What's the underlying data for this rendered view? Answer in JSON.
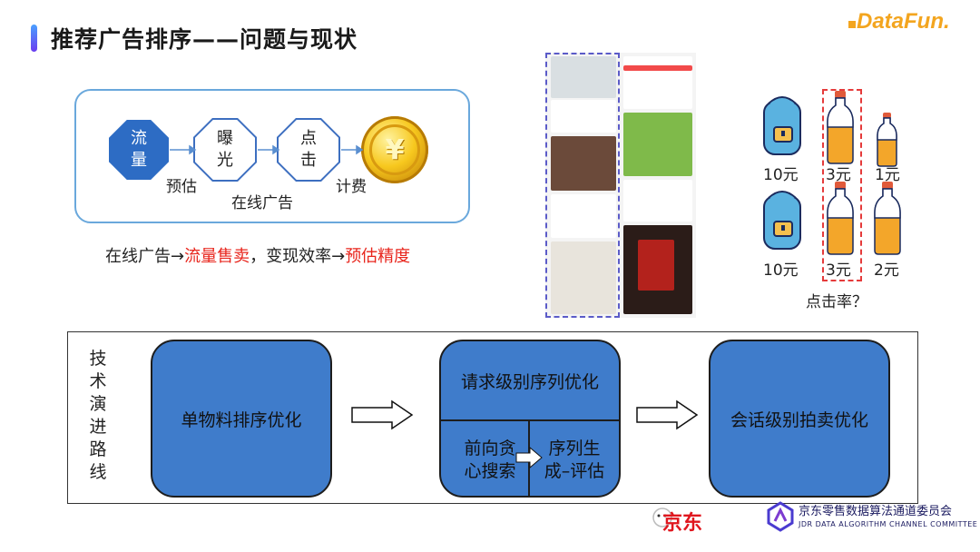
{
  "title": "推荐广告排序——问题与现状",
  "logo": "DataFun.",
  "flow": {
    "node1": [
      "流",
      "量"
    ],
    "node2": [
      "曝",
      "光"
    ],
    "node3": [
      "点",
      "击"
    ],
    "coin_symbol": "¥",
    "label_estimate": "预估",
    "label_online_ad": "在线广告",
    "label_billing": "计费"
  },
  "summary": {
    "part1": "在线广告→",
    "part2": "流量售卖",
    "part3": "，变现效率→",
    "part4": "预估精度"
  },
  "ctr": {
    "row1": [
      "10元",
      "3元",
      "1元"
    ],
    "row2": [
      "10元",
      "3元",
      "2元"
    ],
    "question": "点击率？"
  },
  "roadmap": {
    "vertical_label": [
      "技",
      "术",
      "演",
      "进",
      "路",
      "线"
    ],
    "box1": "单物料排序优化",
    "box2_title": "请求级别序列优化",
    "box2_left": [
      "前向贪",
      "心搜索"
    ],
    "box2_right": [
      "序列生",
      "成–评估"
    ],
    "box3": "会话级别拍卖优化"
  },
  "footer": {
    "jd": "京东",
    "committee": "京东零售数据算法通道委员会",
    "committee_en": "JDR DATA ALGORITHM CHANNEL COMMITTEE"
  },
  "colors": {
    "accent_blue": "#3f7ccb",
    "highlight_red": "#e8251c",
    "logo_orange": "#f3a51f"
  }
}
